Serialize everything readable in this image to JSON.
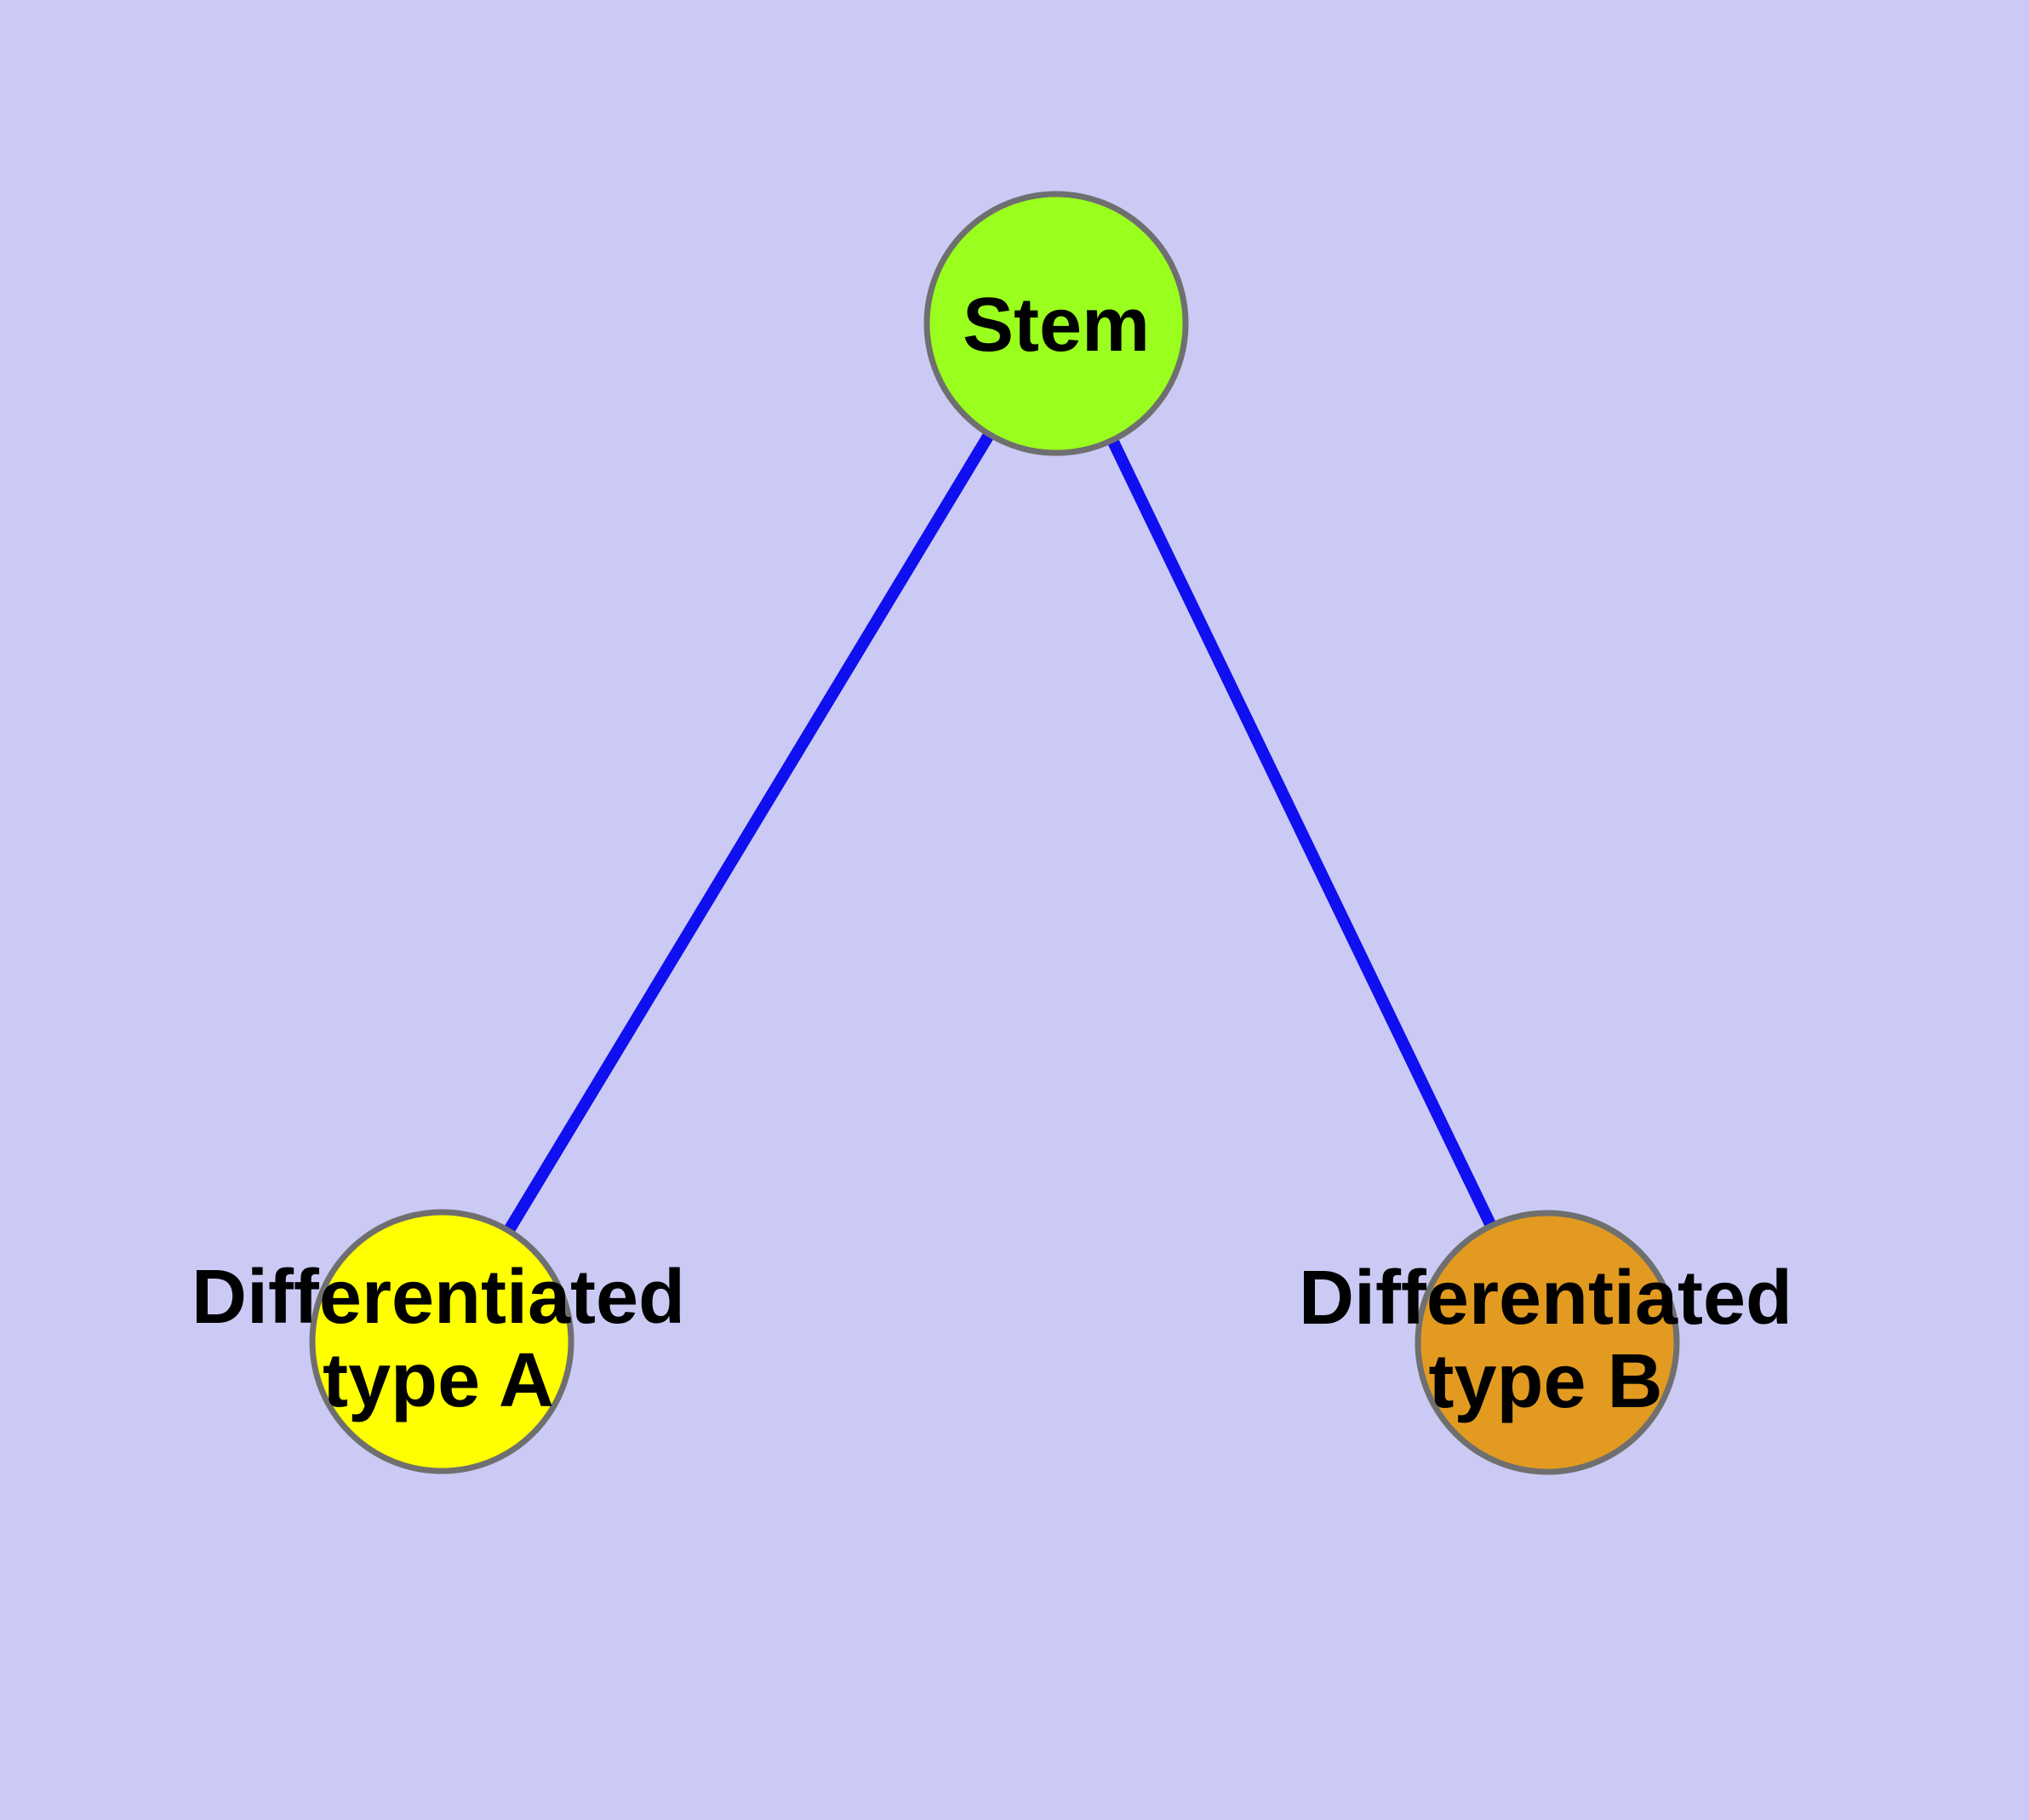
{
  "diagram": {
    "type": "node-link-graph",
    "description": "Cell differentiation hierarchy: a stem node connected to two differentiated cell type nodes",
    "background_color": "#CACAF5",
    "edge_color": "#0F0FF0",
    "node_border_color": "#6F6F6F",
    "label_color": "#000000",
    "nodes": [
      {
        "id": "stem",
        "label": "Stem",
        "fill": "#9AFF1E"
      },
      {
        "id": "differentiated-type-a",
        "label_lines": [
          "Differentiated",
          "type A"
        ],
        "fill": "#FFFF00"
      },
      {
        "id": "differentiated-type-b",
        "label_lines": [
          "Differentiated",
          "type B"
        ],
        "fill": "#E29B20"
      }
    ],
    "edges": [
      {
        "from": "stem",
        "to": "differentiated-type-a"
      },
      {
        "from": "stem",
        "to": "differentiated-type-b"
      }
    ]
  }
}
